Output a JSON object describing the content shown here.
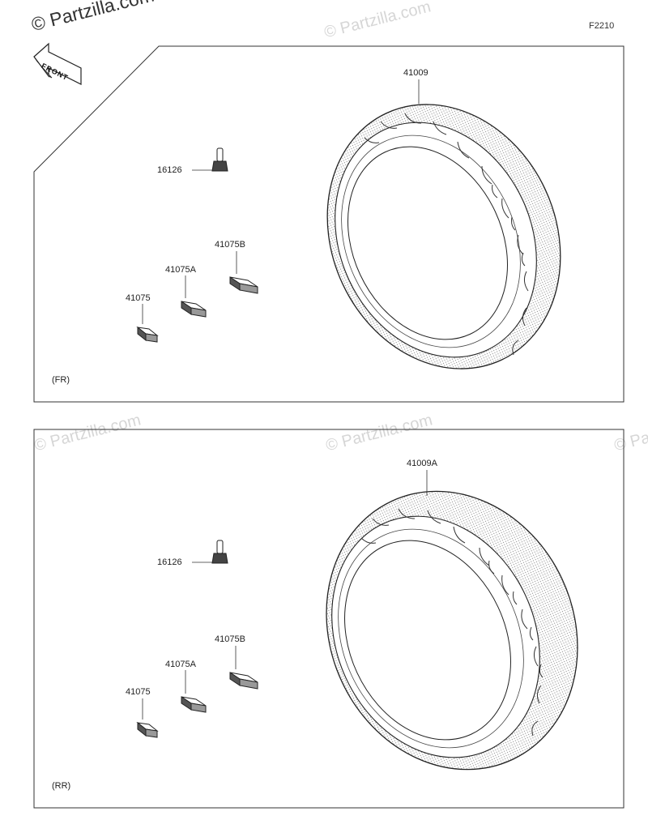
{
  "watermark": {
    "main": "© Partzilla.com",
    "faint": "© Partzilla.com"
  },
  "figure_code": "F2210",
  "front_arrow_label": "FRONT",
  "sections": [
    {
      "tag": "(FR)",
      "labels": {
        "tire": "41009",
        "valve": "16126",
        "weight_b": "41075B",
        "weight_a": "41075A",
        "weight": "41075"
      }
    },
    {
      "tag": "(RR)",
      "labels": {
        "tire": "41009A",
        "valve": "16126",
        "weight_b": "41075B",
        "weight_a": "41075A",
        "weight": "41075"
      }
    }
  ]
}
